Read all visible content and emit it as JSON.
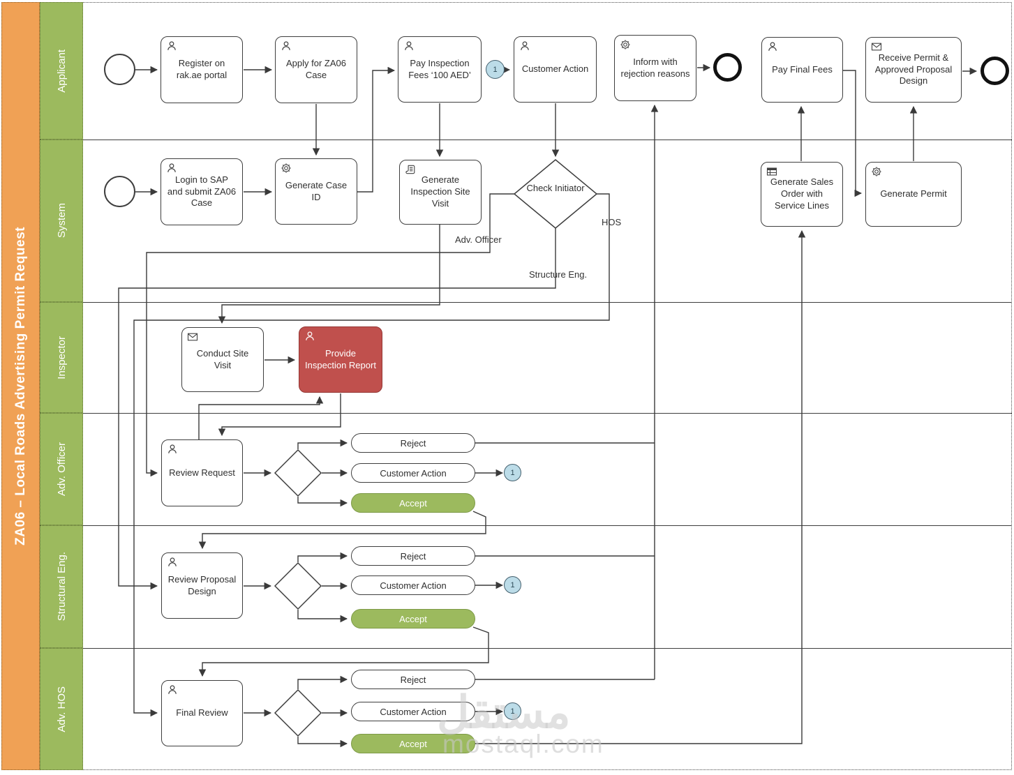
{
  "title": "ZA06 – Local Roads Advertising Permit Request",
  "lanes": [
    {
      "label": "Applicant"
    },
    {
      "label": "System"
    },
    {
      "label": "Inspector"
    },
    {
      "label": "Adv. Officer"
    },
    {
      "label": "Structural Eng."
    },
    {
      "label": "Adv. HOS"
    }
  ],
  "nodes": {
    "register": {
      "label": "Register on rak.ae portal",
      "type": "user-task"
    },
    "apply": {
      "label": "Apply for ZA06 Case",
      "type": "user-task"
    },
    "pay_inspection_fees": {
      "label": "Pay Inspection Fees ‘100 AED’",
      "type": "user-task"
    },
    "customer_action_top": {
      "label": "Customer Action",
      "type": "user-task"
    },
    "inform_rejection": {
      "label": "Inform with rejection reasons",
      "type": "service-task"
    },
    "pay_final_fees": {
      "label": "Pay Final Fees",
      "type": "user-task"
    },
    "receive_permit": {
      "label": "Receive Permit & Approved Proposal Design",
      "type": "receive-task"
    },
    "login_sap": {
      "label": "Login to SAP and submit ZA06 Case",
      "type": "user-task"
    },
    "generate_case_id": {
      "label": "Generate Case ID",
      "type": "service-task"
    },
    "generate_inspection_visit": {
      "label": "Generate Inspection Site Visit",
      "type": "script-task"
    },
    "check_initiator": {
      "label": "Check Initiator",
      "type": "exclusive-gateway"
    },
    "generate_sales_order": {
      "label": "Generate Sales Order with Service Lines",
      "type": "business-rule-task"
    },
    "generate_permit": {
      "label": "Generate Permit",
      "type": "service-task"
    },
    "conduct_site_visit": {
      "label": "Conduct Site Visit",
      "type": "receive-task"
    },
    "provide_inspection_report": {
      "label": "Provide Inspection Report",
      "type": "user-task-highlighted"
    },
    "review_request": {
      "label": "Review Request",
      "type": "user-task"
    },
    "review_proposal_design": {
      "label": "Review Proposal Design",
      "type": "user-task"
    },
    "final_review": {
      "label": "Final Review",
      "type": "user-task"
    }
  },
  "decision_options": {
    "reject": "Reject",
    "customer_action": "Customer Action",
    "accept": "Accept"
  },
  "branch_labels": {
    "adv_officer": "Adv. Officer",
    "structure_eng": "Structure Eng.",
    "hos": "HOS"
  },
  "link_event_label": "1",
  "watermark": {
    "arabic": "مستقل",
    "latin": "mostaql.com"
  },
  "colors": {
    "pool_orange": "#F0A155",
    "lane_green": "#9CBA5E",
    "task_red": "#C0504D",
    "accept_green": "#9CBA5E",
    "link_fill": "#BCDCE8",
    "line": "#3A3A3A"
  }
}
